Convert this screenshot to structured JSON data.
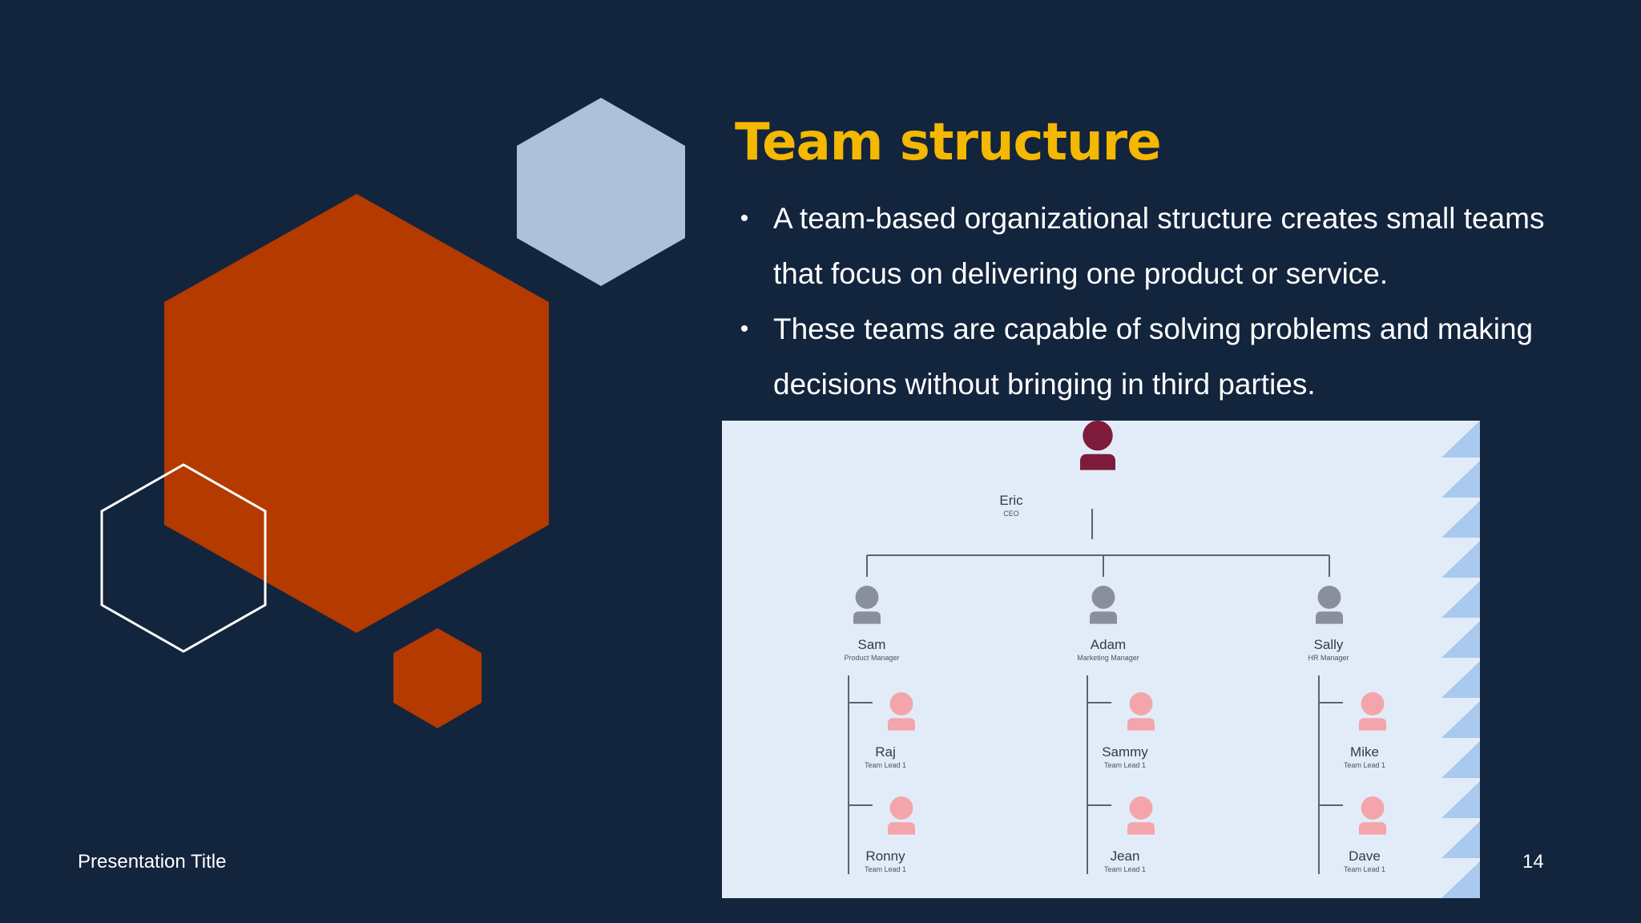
{
  "colors": {
    "background": "#13243d",
    "title": "#f5b800",
    "orange": "#b43a00",
    "light_blue": "#adc1da",
    "outline": "#ffffff",
    "chart_bg": "#e2ecf8",
    "ceo": "#7e1a3a",
    "manager": "#8a8f9e",
    "lead": "#f3a5ab",
    "triangle": "#a9c9ee"
  },
  "slide": {
    "title": "Team structure",
    "bullets": [
      "A team-based organizational structure creates small teams that focus on delivering one product or service.",
      "These teams are capable of solving problems and making decisions without bringing in third parties."
    ],
    "bullet_glyph": "•",
    "footer_title": "Presentation Title",
    "page_number": "14"
  },
  "org_chart": {
    "ceo": {
      "name": "Eric",
      "role": "CEO"
    },
    "managers": [
      {
        "name": "Sam",
        "role": "Product Manager",
        "leads": [
          {
            "name": "Raj",
            "role": "Team Lead 1"
          },
          {
            "name": "Ronny",
            "role": "Team Lead 1"
          }
        ]
      },
      {
        "name": "Adam",
        "role": "Marketing Manager",
        "leads": [
          {
            "name": "Sammy",
            "role": "Team Lead 1"
          },
          {
            "name": "Jean",
            "role": "Team Lead 1"
          }
        ]
      },
      {
        "name": "Sally",
        "role": "HR Manager",
        "leads": [
          {
            "name": "Mike",
            "role": "Team Lead 1"
          },
          {
            "name": "Dave",
            "role": "Team Lead 1"
          }
        ]
      }
    ]
  },
  "icons": {
    "person": "person-icon",
    "bullet": "bullet-dot-icon"
  }
}
